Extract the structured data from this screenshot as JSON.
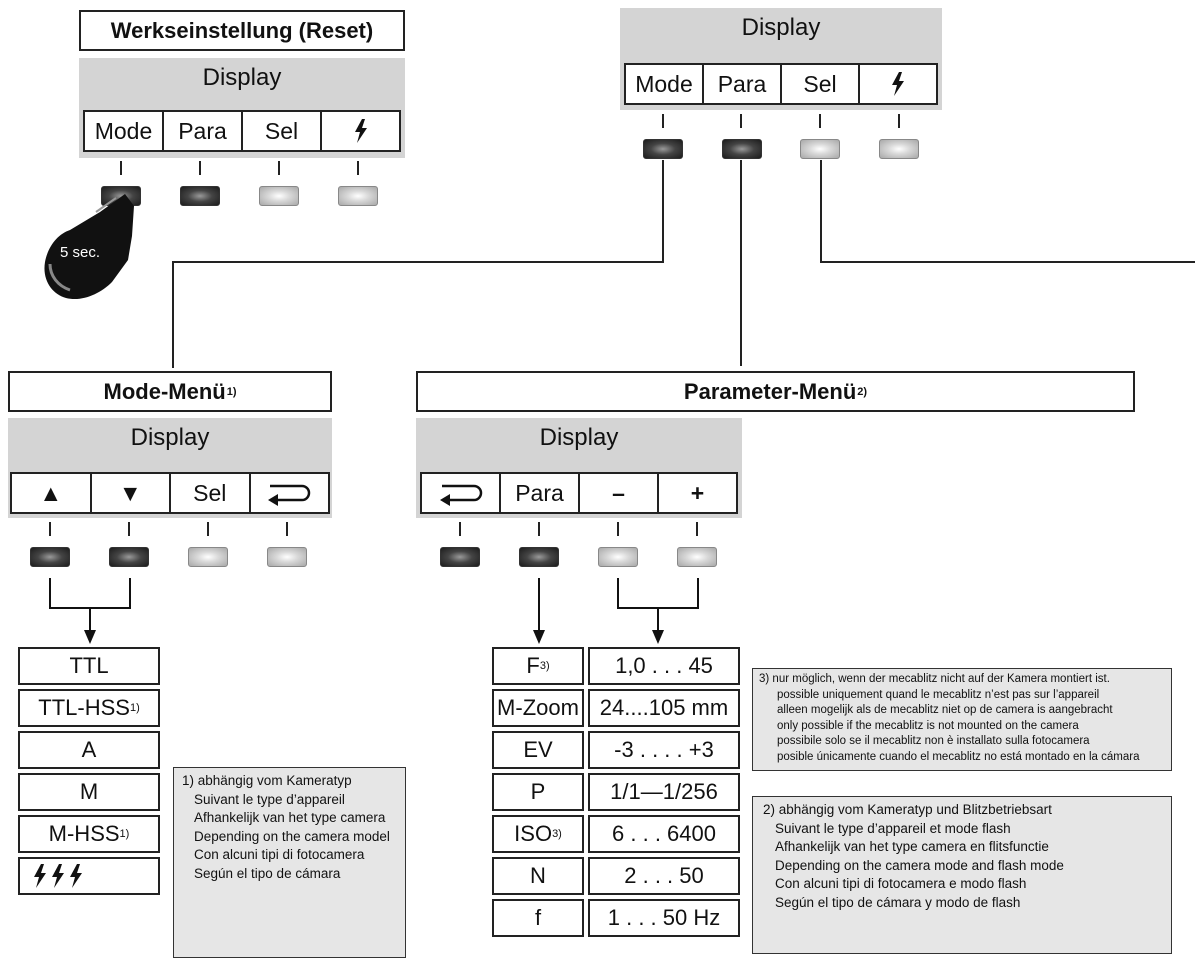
{
  "reset": {
    "title": "Werkseinstellung (Reset)",
    "display": "Display",
    "keys": [
      "Mode",
      "Para",
      "Sel",
      "flash-icon"
    ],
    "hold_label": "5 sec."
  },
  "top_right": {
    "display": "Display",
    "keys": [
      "Mode",
      "Para",
      "Sel",
      "flash-icon"
    ]
  },
  "mode_menu": {
    "title": "Mode-Menü",
    "title_sup": "1)",
    "display": "Display",
    "keys": [
      "▲",
      "▼",
      "Sel",
      "return-icon"
    ],
    "items": [
      {
        "label": "TTL",
        "sup": ""
      },
      {
        "label": "TTL-HSS",
        "sup": "1)"
      },
      {
        "label": "A",
        "sup": ""
      },
      {
        "label": "M",
        "sup": ""
      },
      {
        "label": "M-HSS",
        "sup": "1)"
      },
      {
        "label": "triple-flash-icon",
        "sup": ""
      }
    ]
  },
  "param_menu": {
    "title": "Parameter-Menü",
    "title_sup": "2)",
    "display": "Display",
    "keys": [
      "return-icon",
      "Para",
      "–",
      "+"
    ],
    "rows": [
      {
        "param": "F",
        "sup": "3)",
        "range": "1,0 . . . 45"
      },
      {
        "param": "M-Zoom",
        "sup": "",
        "range": "24....105 mm"
      },
      {
        "param": "EV",
        "sup": "",
        "range": "-3 . . . . +3"
      },
      {
        "param": "P",
        "sup": "",
        "range": "1/1—1/256"
      },
      {
        "param": "ISO",
        "sup": "3)",
        "range": "6 . . . 6400"
      },
      {
        "param": "N",
        "sup": "",
        "range": "2 . . . 50"
      },
      {
        "param": "f",
        "sup": "",
        "range": "1 . . . 50 Hz"
      }
    ]
  },
  "notes": {
    "note1": [
      "1) abhängig vom Kameratyp",
      "Suivant le type d’appareil",
      "Afhankelijk van het type camera",
      "Depending on the camera model",
      "Con alcuni tipi di fotocamera",
      "Según el tipo de cámara"
    ],
    "note2": [
      "2) abhängig vom Kameratyp und Blitzbetriebsart",
      "Suivant le type d’appareil et mode flash",
      "Afhankelijk van het type camera en flitsfunctie",
      "Depending on the camera mode and flash mode",
      "Con alcuni tipi di fotocamera e modo flash",
      "Según el tipo de cámara y modo de flash"
    ],
    "note3": [
      "3) nur möglich, wenn der mecablitz nicht auf der Kamera montiert ist.",
      "possible uniquement quand le mecablitz n’est pas sur l’appareil",
      "alleen mogelijk als de mecablitz niet op de camera is aangebracht",
      "only possible if the mecablitz is not mounted on the camera",
      "possibile solo se il mecablitz non è installato sulla fotocamera",
      "posible únicamente cuando el mecablitz no está montado en la cámara"
    ]
  }
}
